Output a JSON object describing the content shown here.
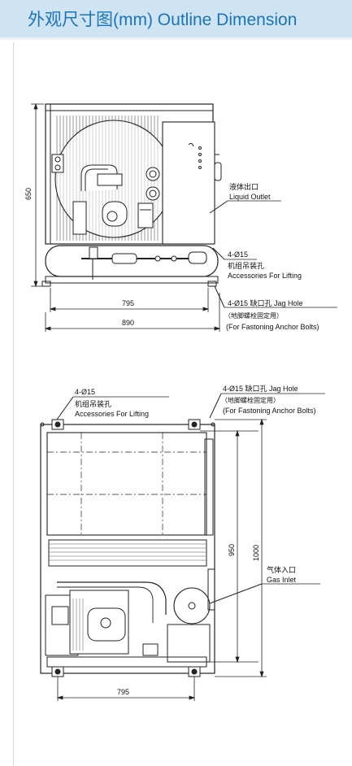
{
  "header": {
    "title": "外观尺寸图(mm) Outline Dimension"
  },
  "top_view": {
    "dim_height": "650",
    "dim_inner_width": "795",
    "dim_outer_width": "890",
    "liquid_outlet_cn": "液体出口",
    "liquid_outlet_en": "Liquid Outlet",
    "lifting_count": "4-Ø15",
    "lifting_cn": "机组吊装孔",
    "lifting_en": "Accessories For Lifting",
    "jag_hole": "4-Ø15 缺口孔 Jag Hole",
    "anchor_cn": "（地脚螺栓固定用）",
    "anchor_en": "(For Fastoning Anchor Bolts)"
  },
  "bottom_view": {
    "lifting_count": "4-Ø15",
    "lifting_cn": "机组吊装孔",
    "lifting_en": "Accessories For Lifting",
    "jag_hole": "4-Ø15 缺口孔 Jag Hole",
    "anchor_cn": "（地脚螺栓固定用）",
    "anchor_en": "(For Fastoning Anchor Bolts)",
    "dim_inner_height": "950",
    "dim_outer_height": "1000",
    "gas_inlet_cn": "气体入口",
    "gas_inlet_en": "Gas Inlet",
    "dim_width": "795"
  }
}
